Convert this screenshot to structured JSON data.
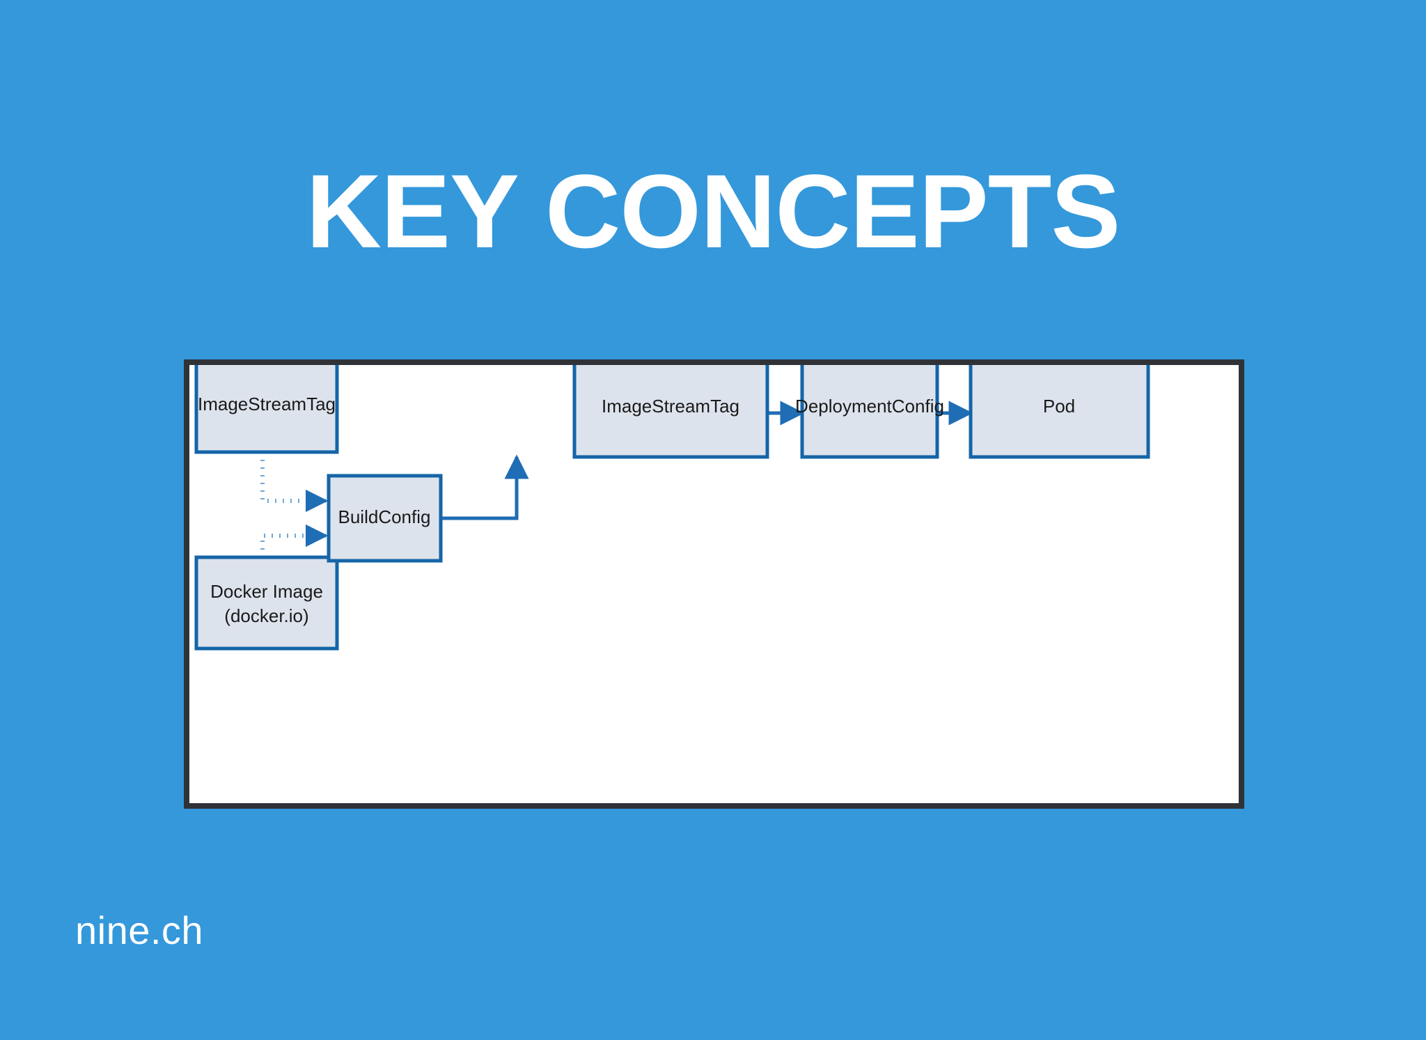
{
  "slide": {
    "title": "KEY CONCEPTS",
    "brand": "nine.ch",
    "background_color": "#3498db",
    "title_color": "#ffffff",
    "frame_border_color": "#2f3338",
    "frame_background_color": "#ffffff"
  },
  "diagram": {
    "node_fill": "#dde3ec",
    "node_stroke": "#1565a8",
    "solid_connector_color": "#1f6db5",
    "dotted_connector_color": "#6fa8d6",
    "nodes": [
      {
        "id": "imagestreamtag-source",
        "label": "ImageStreamTag",
        "label_line2": ""
      },
      {
        "id": "docker-image",
        "label": "Docker Image",
        "label_line2": "(docker.io)"
      },
      {
        "id": "buildconfig",
        "label": "BuildConfig",
        "label_line2": ""
      },
      {
        "id": "imagestreamtag-output",
        "label": "ImageStreamTag",
        "label_line2": ""
      },
      {
        "id": "deploymentconfig",
        "label": "DeploymentConfig",
        "label_line2": ""
      },
      {
        "id": "pod",
        "label": "Pod",
        "label_line2": ""
      }
    ],
    "edges": [
      {
        "from": "imagestreamtag-source",
        "to": "buildconfig",
        "style": "dotted"
      },
      {
        "from": "docker-image",
        "to": "buildconfig",
        "style": "dotted"
      },
      {
        "from": "buildconfig",
        "to": "imagestreamtag-output",
        "style": "solid"
      },
      {
        "from": "imagestreamtag-output",
        "to": "deploymentconfig",
        "style": "solid"
      },
      {
        "from": "deploymentconfig",
        "to": "pod",
        "style": "solid"
      }
    ]
  }
}
